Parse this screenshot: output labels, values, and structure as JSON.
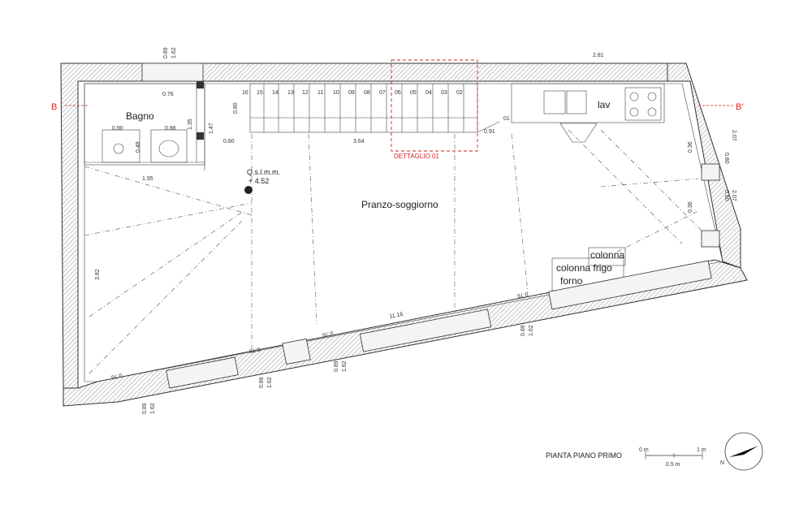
{
  "rooms": {
    "bathroom": "Bagno",
    "living": "Pranzo-soggiorno",
    "sink": "lav",
    "column": "colonna",
    "oven": "forno",
    "column_fridge": "colonna frigo",
    "column2": "colonna"
  },
  "elevation": {
    "label": "Q.s.l.m.m.",
    "value": "+ 4.52"
  },
  "section_marks": {
    "left": "B",
    "right": "B'"
  },
  "detail_label": "DETTAGLIO 01",
  "plan_title": "PIANTA PIANO PRIMO",
  "scale_bar": {
    "start": "0 m",
    "end": "1 m",
    "mid": "0.5 m"
  },
  "north_label": "N",
  "stair_steps": [
    "16",
    "15",
    "14",
    "13",
    "12",
    "11",
    "10",
    "09",
    "08",
    "07",
    "06",
    "05",
    "04",
    "03",
    "02",
    "01"
  ],
  "dimensions": {
    "top_overall": "2.81",
    "top_left_h": "0.89",
    "top_left_h2": "1.62",
    "bath_width": "0.76",
    "bath_left": "0.90",
    "bath_mid": "0.86",
    "bath_v1": "0.48",
    "bath_v2": "1.35",
    "bath_v3": "1.47",
    "stair_w": "0.80",
    "stair_run_a": "0.80",
    "stair_run_b": "3.64",
    "stair_end": "0.91",
    "left_span": "1.95",
    "left_height": "3.82",
    "right_a1": "0.36",
    "right_a2": "0.80",
    "right_a3": "2.07",
    "right_b1": "0.36",
    "right_b2": "0.80",
    "right_b3": "2.07",
    "bottom_span": "11.16",
    "bottom_w1": "0.76",
    "bottom_w2": "0.76",
    "bottom_w3": "0.76",
    "bottom_w4": "0.76",
    "sill1_a": "0.89",
    "sill1_b": "1.62",
    "sill2_a": "0.89",
    "sill2_b": "1.62",
    "sill3_a": "0.89",
    "sill3_b": "1.62",
    "sill4_a": "0.89",
    "sill4_b": "1.62"
  },
  "colors": {
    "section": "#d22222",
    "ink": "#222222"
  }
}
